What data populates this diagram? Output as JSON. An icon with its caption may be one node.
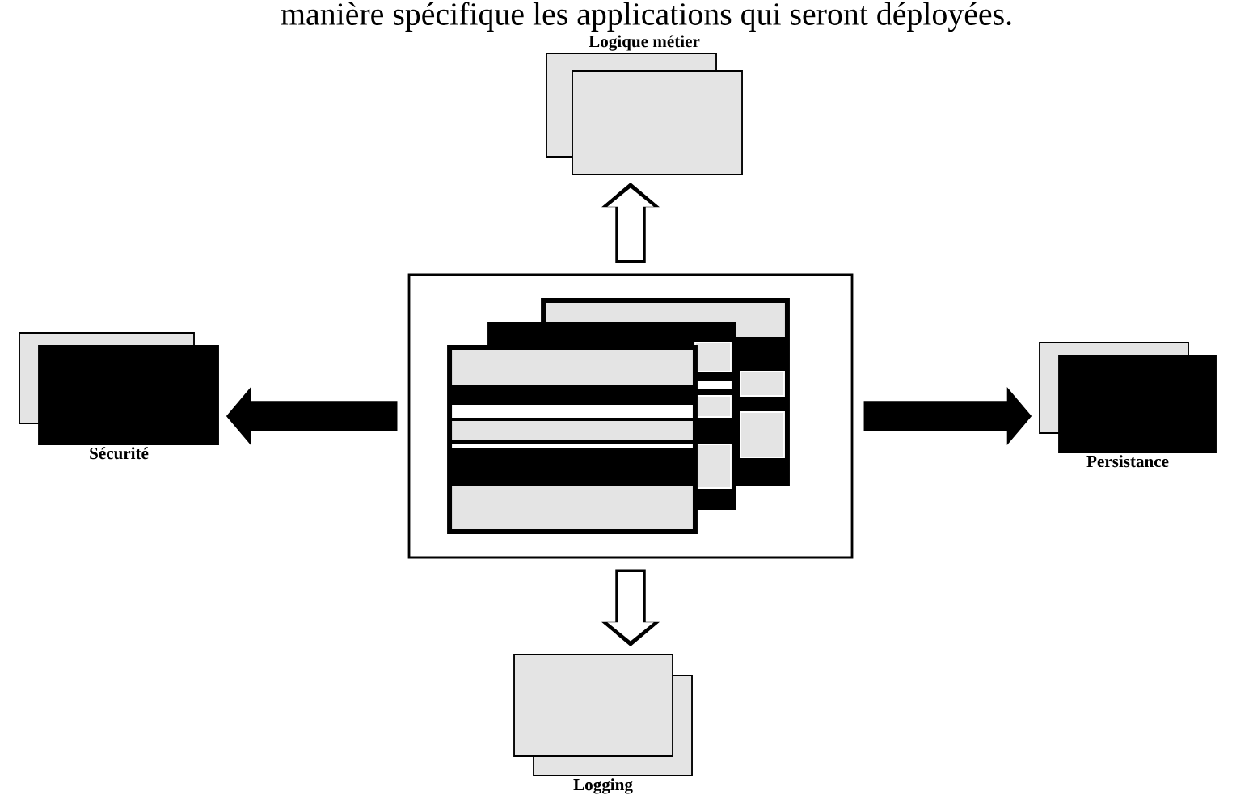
{
  "diagram": {
    "nodes": [
      {
        "text": [],
        "shape": "box"
      },
      {
        "text": [
          "Logique métier"
        ]
      },
      {
        "text": [
          "Sécurité"
        ]
      },
      {
        "text": [
          "Persistance"
        ]
      },
      {
        "text": [
          "Logging"
        ]
      }
    ],
    "edges": [
      {
        "from": 0,
        "to": 1,
        "arrow": "to"
      },
      {
        "from": 0,
        "to": 2,
        "arrow": "to",
        "color": "#000000"
      },
      {
        "from": 0,
        "to": 3,
        "arrow": "to",
        "color": "#000000"
      },
      {
        "from": 0,
        "to": 4,
        "arrow": "to"
      }
    ],
    "labels": [
      "manière spécifique les applications qui seront déployées."
    ]
  }
}
